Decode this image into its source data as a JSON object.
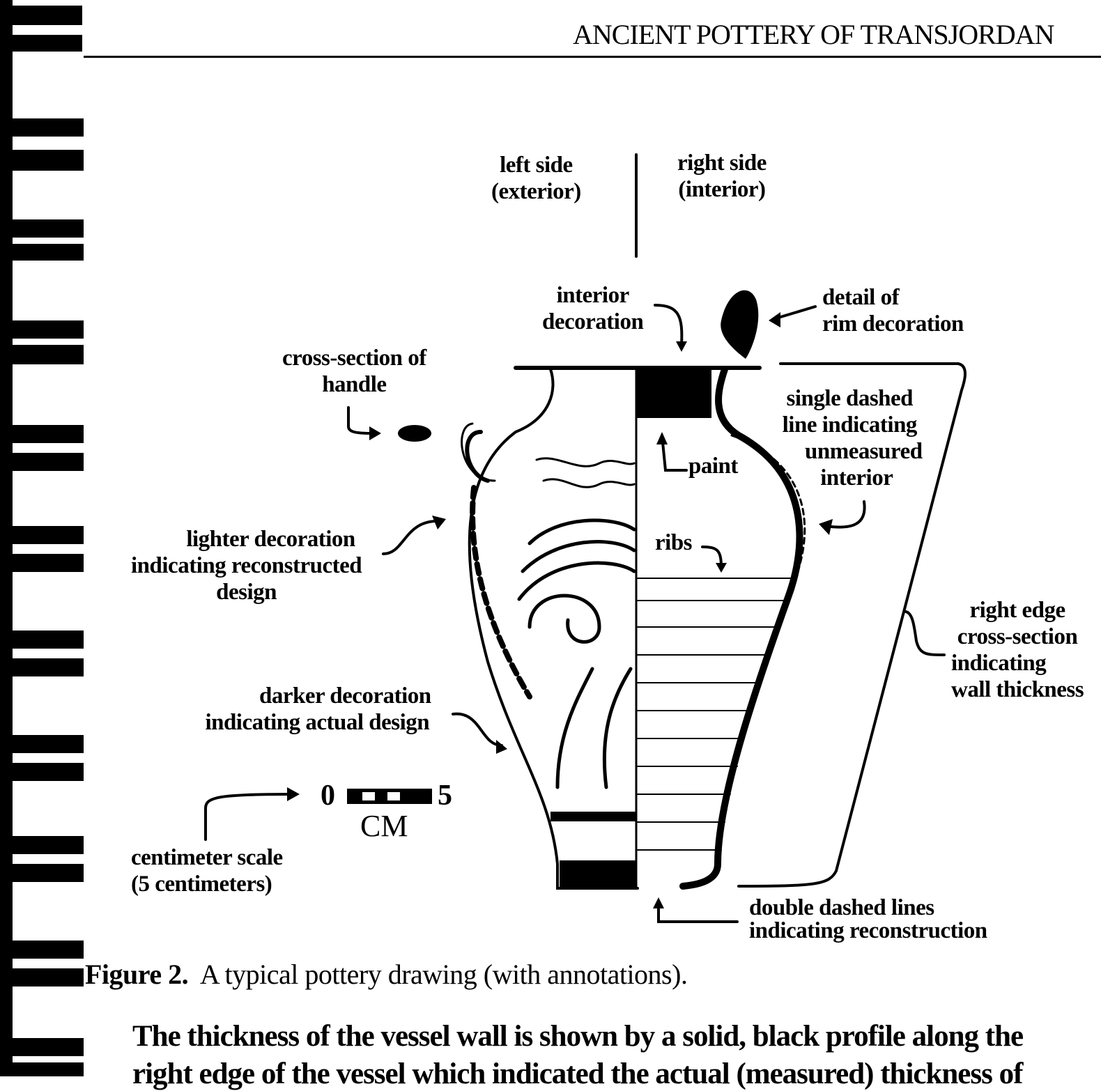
{
  "header": {
    "running_title": "ANCIENT POTTERY OF TRANSJORDAN"
  },
  "figure": {
    "labels": {
      "left_side": [
        "left side",
        "(exterior)"
      ],
      "right_side": [
        "right side",
        "(interior)"
      ],
      "interior_decoration": [
        "interior",
        "decoration"
      ],
      "rim_detail": [
        "detail of",
        "rim decoration"
      ],
      "handle_section": [
        "cross-section of",
        "handle"
      ],
      "single_dashed": [
        "single dashed",
        "line indicating",
        "unmeasured",
        "interior"
      ],
      "paint": "paint",
      "lighter_decoration": [
        "lighter decoration",
        "indicating reconstructed",
        "design"
      ],
      "ribs": "ribs",
      "right_edge": [
        "right edge",
        "cross-section",
        "indicating",
        "wall thickness"
      ],
      "darker_decoration": [
        "darker decoration",
        "indicating actual design"
      ],
      "scale_start": "0",
      "scale_end": "5",
      "scale_unit": "CM",
      "cm_scale": [
        "centimeter scale",
        "(5 centimeters)"
      ],
      "double_dashed": [
        "double dashed lines",
        "indicating reconstruction"
      ]
    },
    "caption": {
      "number": "Figure 2.",
      "text": "A typical pottery drawing (with annotations)."
    }
  },
  "body_text": [
    "The thickness of the vessel wall is shown by a solid, black profile along the",
    "right edge of the vessel which indicated the actual (measured) thickness of"
  ]
}
